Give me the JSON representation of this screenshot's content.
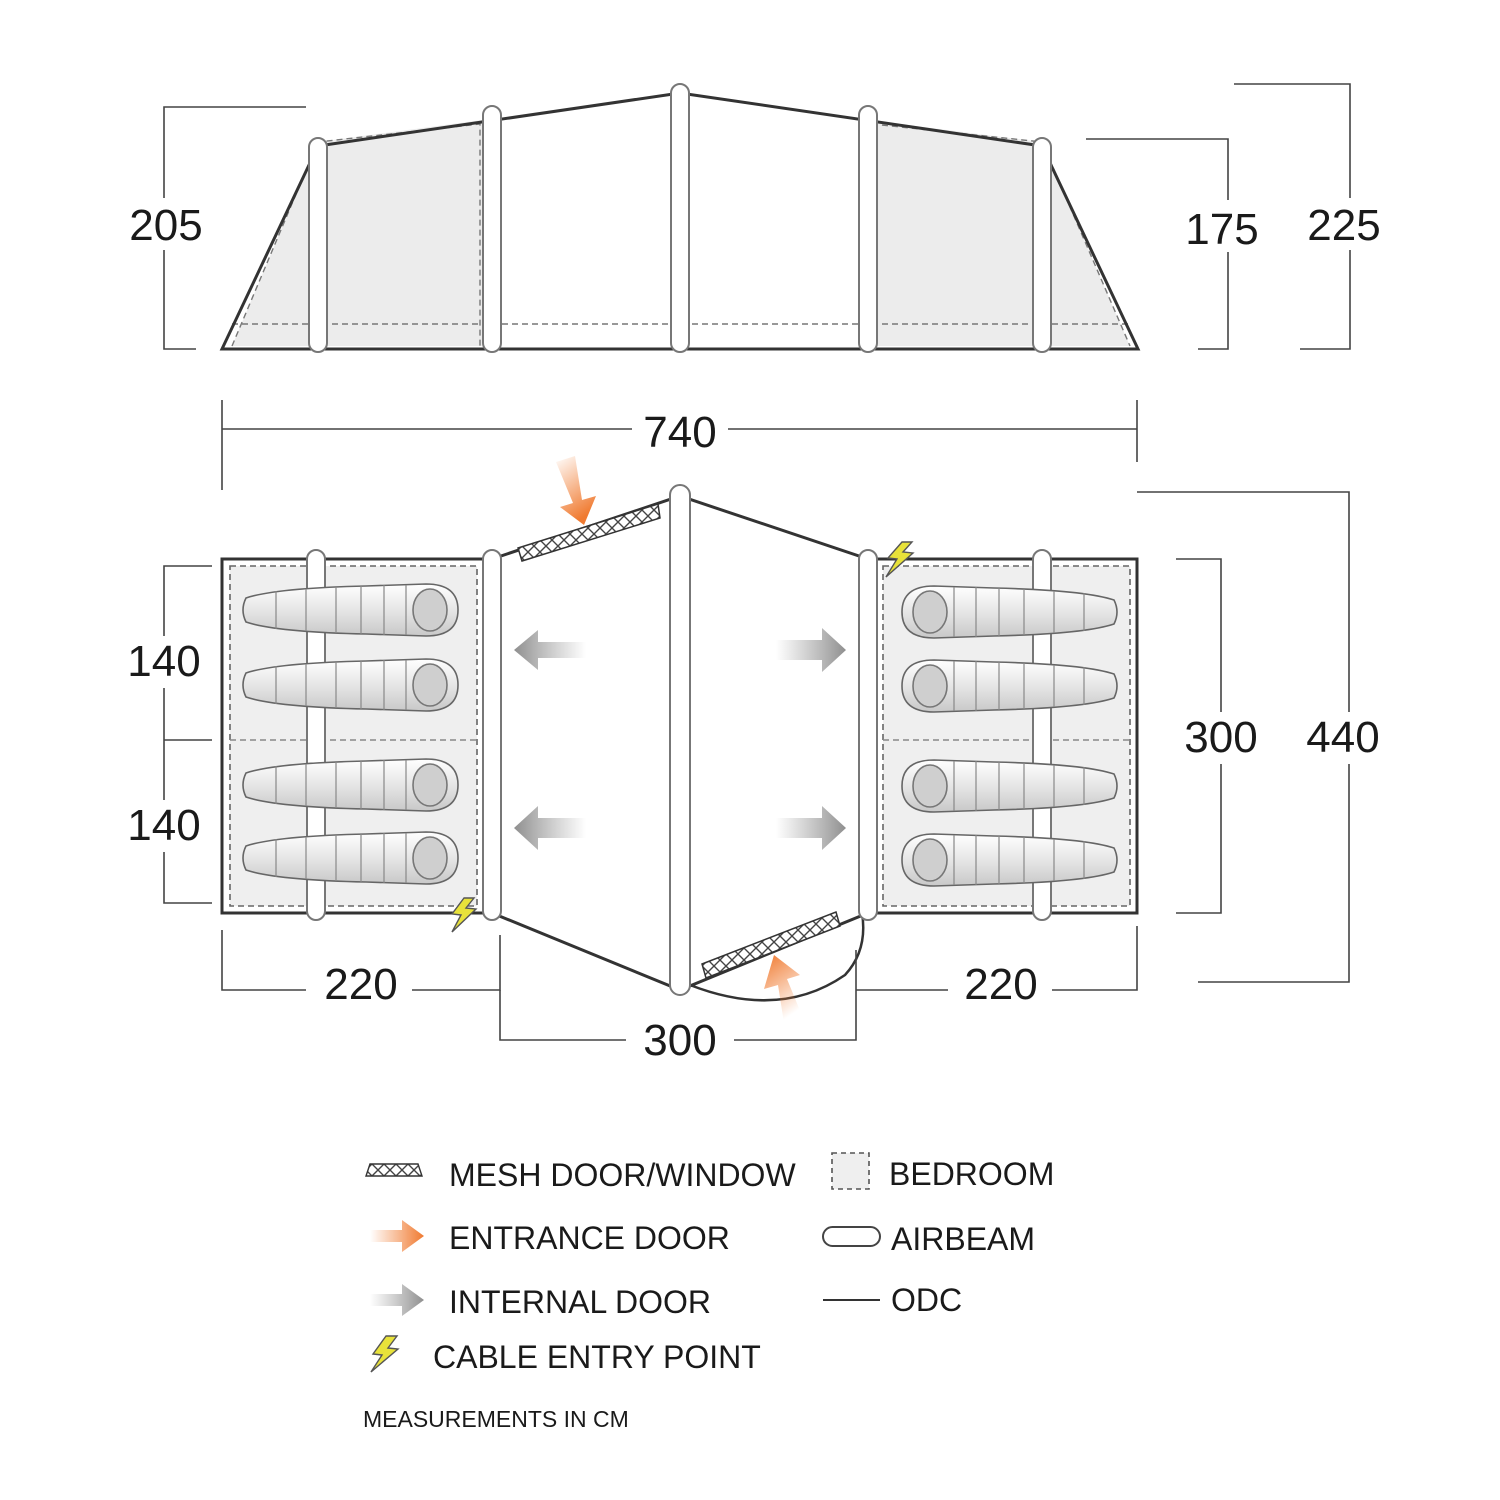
{
  "dimensions": {
    "side_left_height": "205",
    "side_inner_height": "175",
    "side_right_height": "225",
    "total_length": "740",
    "bedroom_depth_top": "140",
    "bedroom_depth_bottom": "140",
    "bedroom_width": "300",
    "total_width": "440",
    "left_bedroom_length": "220",
    "living_length": "300",
    "right_bedroom_length": "220"
  },
  "legend": {
    "mesh": "MESH DOOR/WINDOW",
    "entrance": "ENTRANCE DOOR",
    "internal": "INTERNAL DOOR",
    "cable": "CABLE ENTRY POINT",
    "bedroom": "BEDROOM",
    "airbeam": "AIRBEAM",
    "odc": "ODC",
    "note": "MEASUREMENTS IN CM"
  },
  "colors": {
    "entrance_arrow": "#f07a30",
    "internal_arrow": "#9a9a9a",
    "cable_bolt": "#e8e23a",
    "bedroom_fill": "#efefef",
    "outline": "#333333"
  },
  "icons": {
    "entrance": "orange-arrow-icon",
    "internal": "grey-arrow-icon",
    "cable": "lightning-bolt-icon",
    "mesh": "crosshatch-mesh-icon",
    "bedroom": "dashed-square-icon",
    "airbeam": "airbeam-pill-icon",
    "odc": "line-icon"
  }
}
